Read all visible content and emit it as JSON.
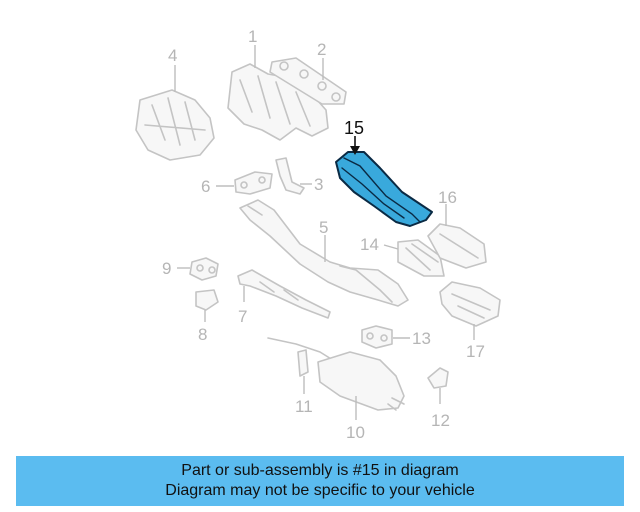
{
  "callouts": {
    "c1": "1",
    "c2": "2",
    "c3": "3",
    "c4": "4",
    "c5": "5",
    "c6": "6",
    "c7": "7",
    "c8": "8",
    "c9": "9",
    "c10": "10",
    "c11": "11",
    "c12": "12",
    "c13": "13",
    "c14": "14",
    "c15": "15",
    "c16": "16",
    "c17": "17"
  },
  "highlighted_part": "15",
  "colors": {
    "highlight": "#39a9dc",
    "banner": "#5bbcf0",
    "muted": "#c4c4c4"
  },
  "banner": {
    "line1": "Part or sub-assembly is #15 in diagram",
    "line2": "Diagram may not be specific to your vehicle"
  }
}
